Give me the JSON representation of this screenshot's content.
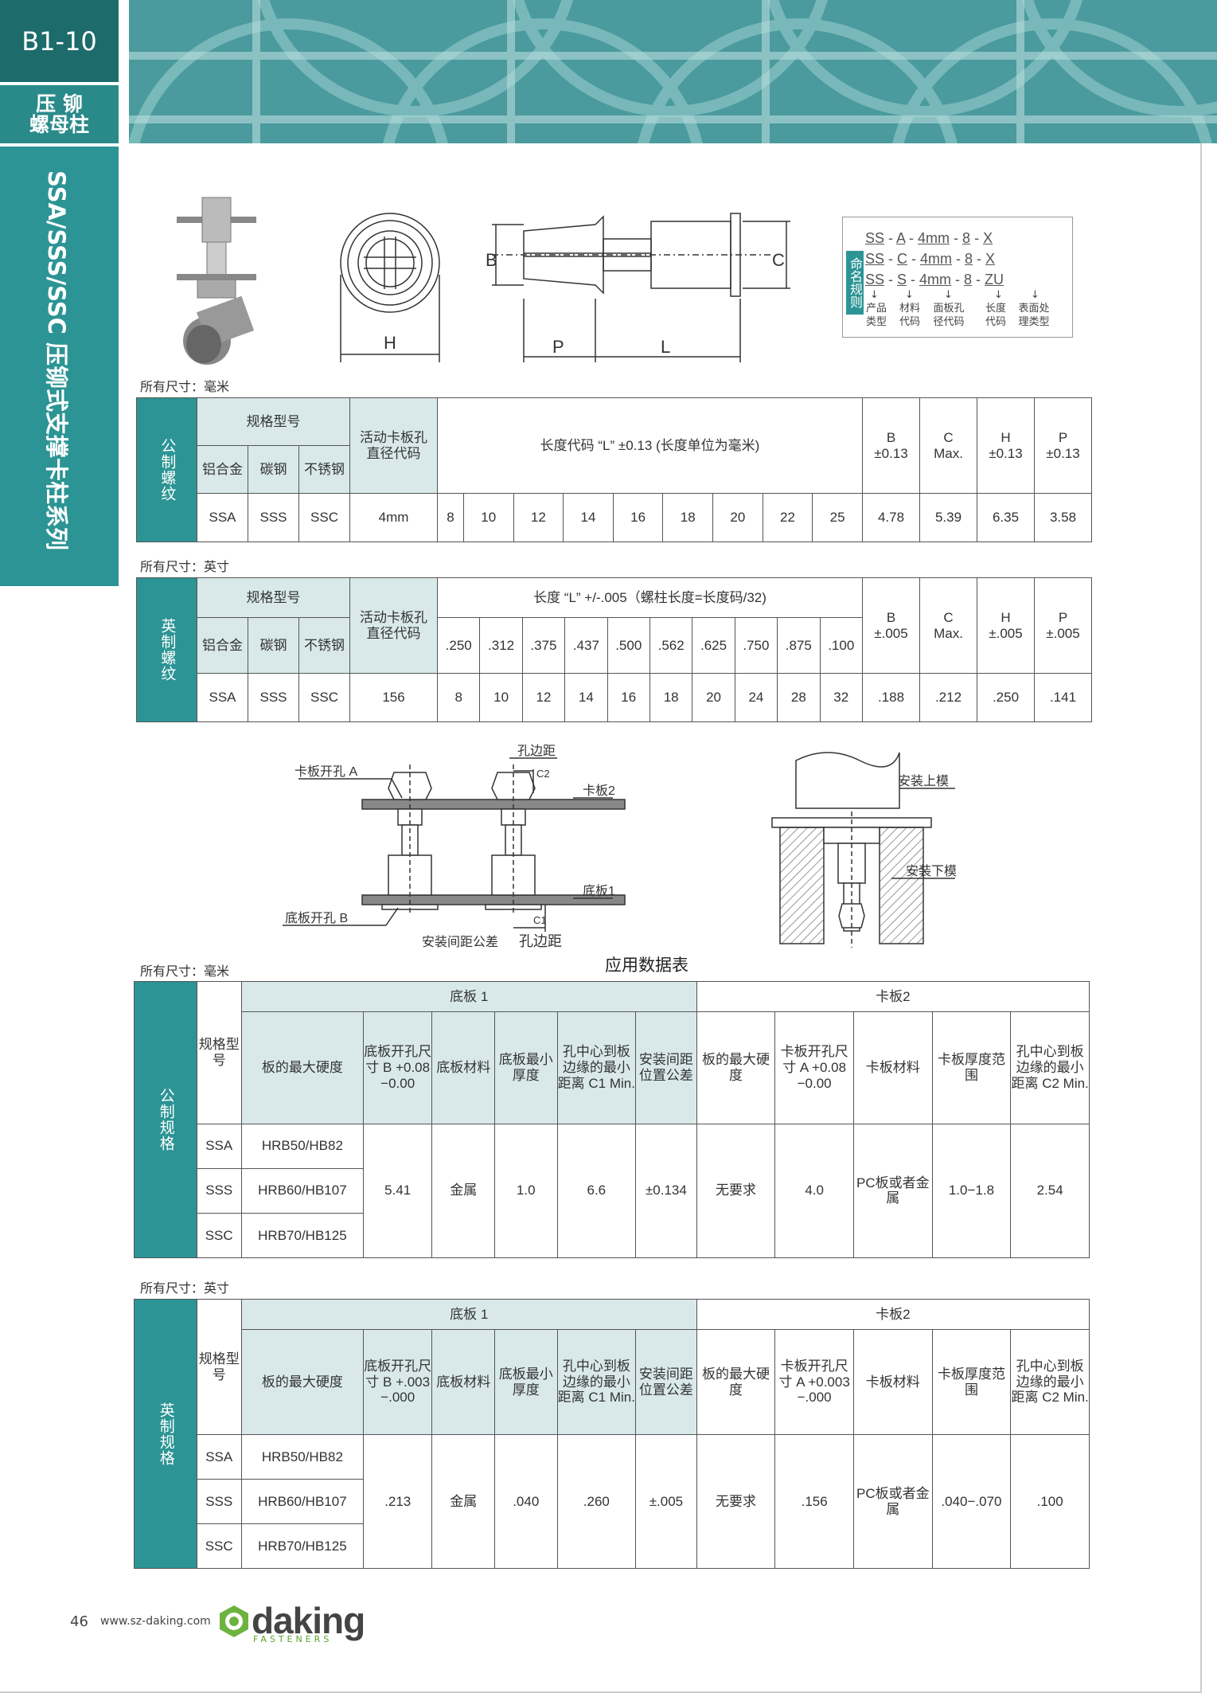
{
  "tab": {
    "code": "B1-10",
    "name_line1": "压  铆",
    "name_line2": "螺母柱",
    "series": "SSA/SSS/SSC 压铆式支撑卡柱系列"
  },
  "top_drawing": {
    "B": "B",
    "C": "C",
    "H": "H",
    "P": "P",
    "L": "L"
  },
  "naming": {
    "side": "命名规则",
    "rows": [
      [
        "SS",
        "A",
        "4mm",
        "8",
        "X"
      ],
      [
        "SS",
        "C",
        "4mm",
        "8",
        "X"
      ],
      [
        "SS",
        "S",
        "4mm",
        "8",
        "ZU"
      ]
    ],
    "captions": [
      [
        "产品",
        "类型"
      ],
      [
        "材料",
        "代码"
      ],
      [
        "面板孔",
        "径代码"
      ],
      [
        "长度",
        "代码"
      ],
      [
        "表面处",
        "理类型"
      ]
    ]
  },
  "table1": {
    "unit": "所有尺寸：毫米",
    "side": "公制螺纹",
    "h_model": "规格型号",
    "h_al": "铝合金",
    "h_cs": "碳钢",
    "h_ss": "不锈钢",
    "h_hole1": "活动卡板孔",
    "h_hole2": "直径代码",
    "h_length": "长度代码 “L” ±0.13 (长度单位为毫米)",
    "h_B1": "B",
    "h_B2": "±0.13",
    "h_C1": "C",
    "h_C2": "Max.",
    "h_H1": "H",
    "h_H2": "±0.13",
    "h_P1": "P",
    "h_P2": "±0.13",
    "row": [
      "SSA",
      "SSS",
      "SSC",
      "4mm",
      "8",
      "10",
      "12",
      "14",
      "16",
      "18",
      "20",
      "22",
      "25",
      "4.78",
      "5.39",
      "6.35",
      "3.58"
    ]
  },
  "table2": {
    "unit": "所有尺寸：英寸",
    "side": "英制螺纹",
    "h_model": "规格型号",
    "h_al": "铝合金",
    "h_cs": "碳钢",
    "h_ss": "不锈钢",
    "h_hole1": "活动卡板孔",
    "h_hole2": "直径代码",
    "h_length": "长度 “L” +/-.005（螺柱长度=长度码/32)",
    "lengths": [
      ".250",
      ".312",
      ".375",
      ".437",
      ".500",
      ".562",
      ".625",
      ".750",
      ".875",
      ".100"
    ],
    "h_B1": "B",
    "h_B2": "±.005",
    "h_C1": "C",
    "h_C2": "Max.",
    "h_H1": "H",
    "h_H2": "±.005",
    "h_P1": "P",
    "h_P2": "±.005",
    "row": [
      "SSA",
      "SSS",
      "SSC",
      "156",
      "8",
      "10",
      "12",
      "14",
      "16",
      "18",
      "20",
      "24",
      "28",
      "32",
      ".188",
      ".212",
      ".250",
      ".141"
    ]
  },
  "install_figure": {
    "hole_a": "卡板开孔 A",
    "hole_dist": "孔边距",
    "c2": "C2",
    "panel2": "卡板2",
    "panel1": "底板1",
    "hole_b": "底板开孔 B",
    "c1": "C1",
    "tolerance": "安装间距公差",
    "edge": "孔边距",
    "upper_die": "安装上模",
    "lower_die": "安装下模"
  },
  "app_title": "应用数据表",
  "table3": {
    "unit": "所有尺寸：毫米",
    "side": "公制规格",
    "h_base": "底板 1",
    "h_panel": "卡板2",
    "h_model": "规格型号",
    "h_hardness": "板的最大硬度",
    "h_b_hole": "底板开孔尺寸 B +0.08 −0.00",
    "h_b_mat": "底板材料",
    "h_b_thick": "底板最小厚度",
    "h_c1": "孔中心到板边缘的最小距离 C1 Min.",
    "h_tol": "安装间距位置公差",
    "h_p_hard": "板的最大硬度",
    "h_p_hole": "卡板开孔尺寸 A +0.08 −0.00",
    "h_p_mat": "卡板材料",
    "h_p_thick": "卡板厚度范围",
    "h_c2": "孔中心到板边缘的最小距离 C2 Min.",
    "models": [
      "SSA",
      "SSS",
      "SSC"
    ],
    "hardness": [
      "HRB50/HB82",
      "HRB60/HB107",
      "HRB70/HB125"
    ],
    "b_hole": "5.41",
    "b_mat": "金属",
    "b_thick": "1.0",
    "c1": "6.6",
    "tol": "±0.134",
    "p_hard": "无要求",
    "p_hole": "4.0",
    "p_mat": "PC板或者金属",
    "p_thick": "1.0−1.8",
    "c2": "2.54"
  },
  "table4": {
    "unit": "所有尺寸：英寸",
    "side": "英制规格",
    "h_base": "底板 1",
    "h_panel": "卡板2",
    "h_model": "规格型号",
    "h_hardness": "板的最大硬度",
    "h_b_hole": "底板开孔尺寸 B +.003 −.000",
    "h_b_mat": "底板材料",
    "h_b_thick": "底板最小厚度",
    "h_c1": "孔中心到板边缘的最小距离 C1 Min.",
    "h_tol": "安装间距位置公差",
    "h_p_hard": "板的最大硬度",
    "h_p_hole": "卡板开孔尺寸 A +0.003 −.000",
    "h_p_mat": "卡板材料",
    "h_p_thick": "卡板厚度范围",
    "h_c2": "孔中心到板边缘的最小距离 C2 Min.",
    "models": [
      "SSA",
      "SSS",
      "SSC"
    ],
    "hardness": [
      "HRB50/HB82",
      "HRB60/HB107",
      "HRB70/HB125"
    ],
    "b_hole": ".213",
    "b_mat": "金属",
    "b_thick": ".040",
    "c1": ".260",
    "tol": "±.005",
    "p_hard": "无要求",
    "p_hole": ".156",
    "p_mat": "PC板或者金属",
    "p_thick": ".040−.070",
    "c2": ".100"
  },
  "footer": {
    "page": "46",
    "url": "www.sz-daking.com",
    "brand": "daking",
    "brand_sub": "FASTENERS"
  }
}
